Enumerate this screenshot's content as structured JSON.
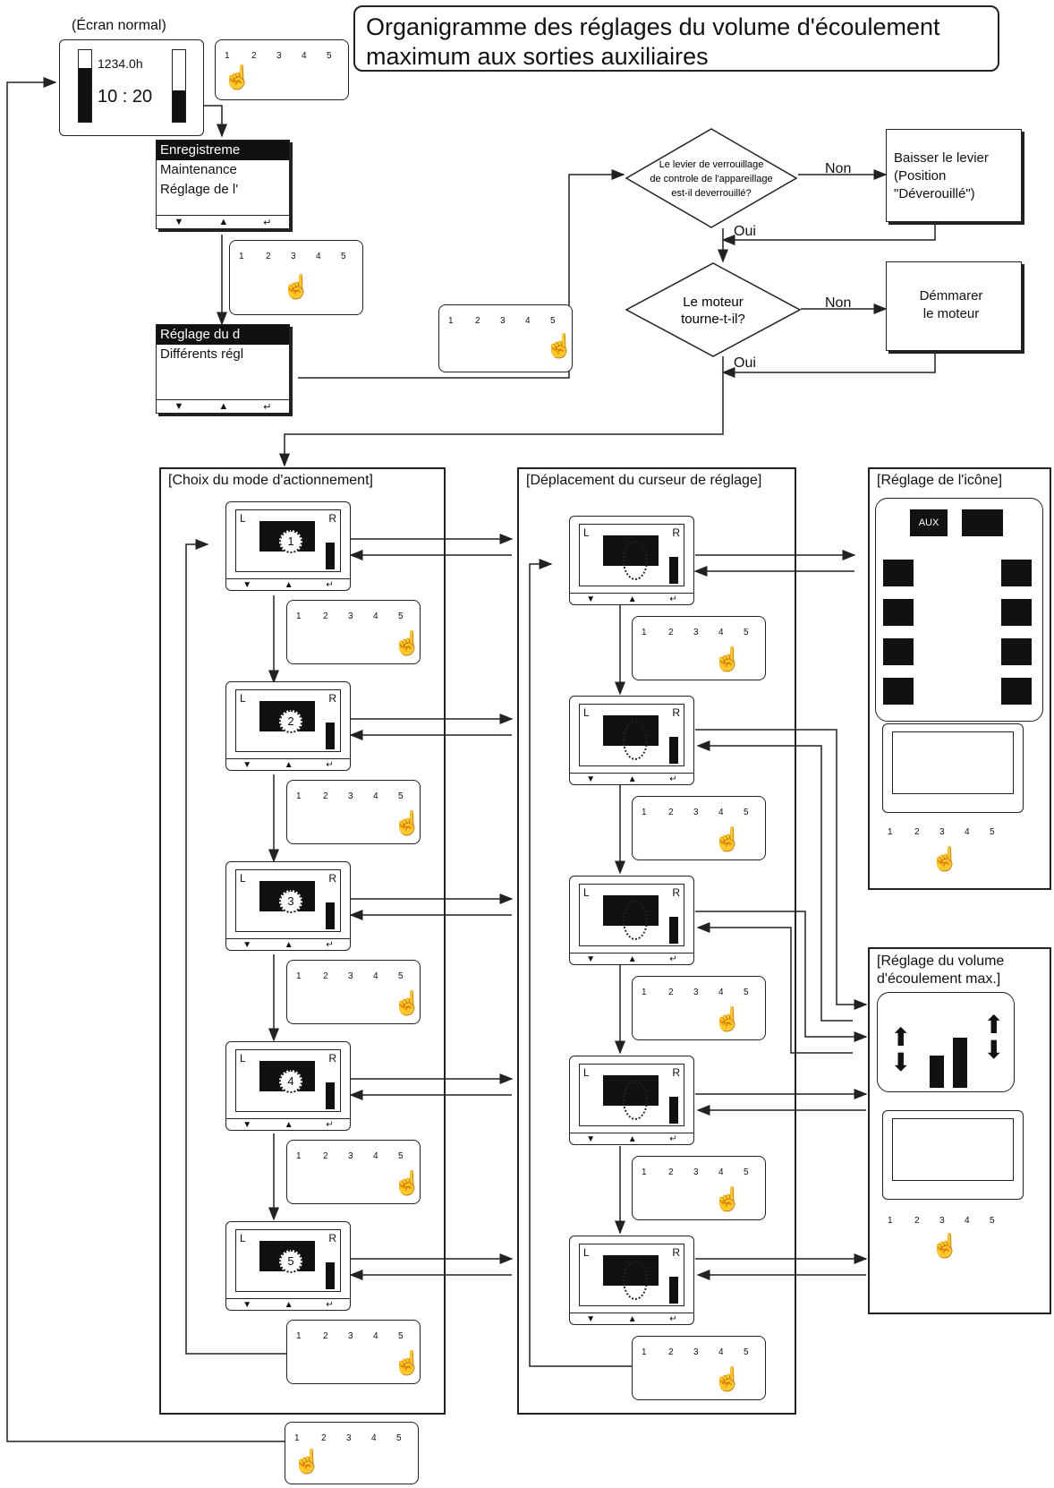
{
  "title": "Organigramme des réglages du volume d'écoulement maximum aux sorties auxiliaires",
  "normal_screen": {
    "label": "(Écran normal)",
    "hours": "1234.0h",
    "time": "10 : 20"
  },
  "menu1": {
    "items": [
      "Enregistreme",
      "Maintenance",
      "Réglage de l'"
    ]
  },
  "menu2": {
    "items": [
      "Réglage du d",
      "Différents régl"
    ]
  },
  "decision1": {
    "text": [
      "Le levier de verrouillage",
      "de controle de l'appareillage",
      "est-il deverrouillé?"
    ],
    "no": "Non",
    "yes": "Oui"
  },
  "action1": {
    "text": [
      "Baisser le levier",
      "(Position",
      "\"Déverouillé\")"
    ]
  },
  "decision2": {
    "text": [
      "Le moteur",
      "tourne-t-il?"
    ],
    "no": "Non",
    "yes": "Oui"
  },
  "action2": {
    "text": [
      "Démmarer",
      "le moteur"
    ]
  },
  "sections": {
    "mode": "[Choix du mode d'actionnement]",
    "cursor": "[Déplacement du curseur de réglage]",
    "icon": "[Réglage de l'icône]",
    "volume": "[Réglage du volume d'écoulement max.]"
  },
  "keypad_numbers": [
    "1",
    "2",
    "3",
    "4",
    "5"
  ],
  "mode_numbers": [
    "1",
    "2",
    "3",
    "4",
    "5"
  ],
  "aux_label": "AUX",
  "screen_letters": {
    "left": "L",
    "right": "R"
  }
}
